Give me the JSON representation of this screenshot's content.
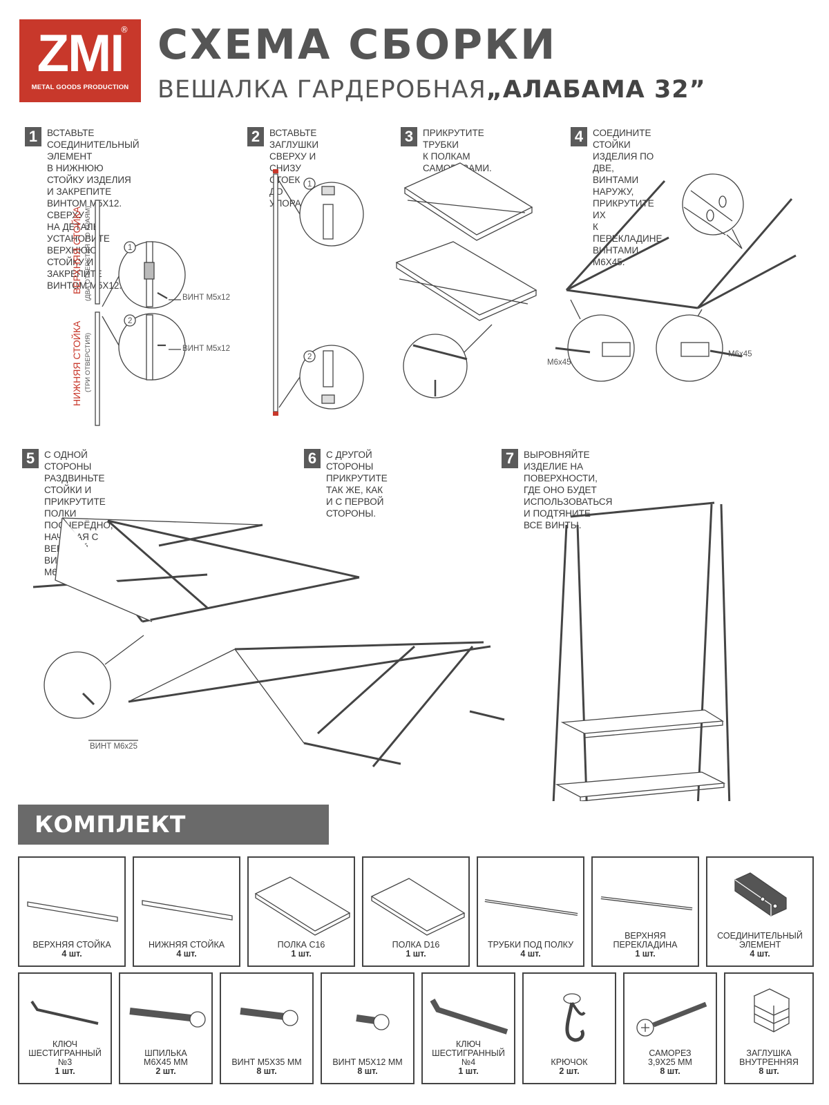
{
  "logo": {
    "text": "ZMI",
    "reg": "®",
    "sub": "METAL GOODS PRODUCTION",
    "color": "#c8382b"
  },
  "header": {
    "title": "СХЕМА СБОРКИ",
    "subtitle_prefix": "ВЕШАЛКА ГАРДЕРОБНАЯ",
    "subtitle_model": "„АЛАБАМА 32”"
  },
  "steps": [
    {
      "num": "1",
      "text": "ВСТАВЬТЕ СОЕДИНИТЕЛЬНЫЙ ЭЛЕМЕНТ\nВ НИЖНЮЮ СТОЙКУ ИЗДЕЛИЯ\nИ ЗАКРЕПИТЕ ВИНТОМ М5х12. СВЕРХУ\nНА ДЕТАЛЬ УСТАНОВИТЕ ВЕРХНЮЮ\nСТОЙКУ И ЗАКРЕПИТЕ ВИНТОМ М5х12."
    },
    {
      "num": "2",
      "text": "ВСТАВЬТЕ ЗАГЛУШКИ\nСВЕРХУ И СНИЗУ СТОЕК\nДО УПОРА."
    },
    {
      "num": "3",
      "text": "ПРИКРУТИТЕ ТРУБКИ\nК ПОЛКАМ САМОРЕЗАМИ."
    },
    {
      "num": "4",
      "text": "СОЕДИНИТЕ СТОЙКИ ИЗДЕЛИЯ ПО ДВЕ,\nВИНТАМИ НАРУЖУ, ПРИКРУТИТЕ ИХ\nК ПЕРЕКЛАДИНЕ ВИНТАМИ М6х45."
    },
    {
      "num": "5",
      "text": "С ОДНОЙ СТОРОНЫ РАЗДВИНЬТЕ\nСТОЙКИ И ПРИКРУТИТЕ ПОЛКИ\nПООЧЕРЁДНО, НАЧИНАЯ С ВЕРХНЕЙ,\nВИНТАМИ М6х25."
    },
    {
      "num": "6",
      "text": "С ДРУГОЙ СТОРОНЫ\nПРИКРУТИТЕ ТАК ЖЕ, КАК\nИ С ПЕРВОЙ СТОРОНЫ."
    },
    {
      "num": "7",
      "text": "ВЫРОВНЯЙТЕ ИЗДЕЛИЕ НА ПОВЕРХНОСТИ,\nГДЕ ОНО БУДЕТ ИСПОЛЬЗОВАТЬСЯ И ПОДТЯНИТЕ\nВСЕ ВИНТЫ."
    }
  ],
  "step1_labels": {
    "upper_post": "ВЕРХНЯЯ СТОЙКА",
    "upper_post_note": "(ДВА ОТВЕРСТИЯ ПО КРАЯМ)",
    "lower_post": "НИЖНЯЯ СТОЙКА",
    "lower_post_note": "(ТРИ ОТВЕРСТИЯ)",
    "screw1": "ВИНТ М5х12",
    "screw2": "ВИНТ М5х12",
    "callout1": "1",
    "callout2": "2"
  },
  "step2_labels": {
    "callout1": "1",
    "callout2": "2"
  },
  "step4_labels": {
    "screw_left": "М6х45",
    "screw_right": "М6х45"
  },
  "step5_labels": {
    "screw": "ВИНТ М6х25"
  },
  "kit": {
    "title": "КОМПЛЕКТ ПОСТАВКИ",
    "row1": [
      {
        "label": "ВЕРХНЯЯ СТОЙКА",
        "qty": "4 шт."
      },
      {
        "label": "НИЖНЯЯ СТОЙКА",
        "qty": "4 шт."
      },
      {
        "label": "ПОЛКА С16",
        "qty": "1 шт."
      },
      {
        "label": "ПОЛКА D16",
        "qty": "1 шт."
      },
      {
        "label": "ТРУБКИ ПОД ПОЛКУ",
        "qty": "4 шт."
      },
      {
        "label": "ВЕРХНЯЯ\nПЕРЕКЛАДИНА",
        "qty": "1 шт."
      },
      {
        "label": "СОЕДИНИТЕЛЬНЫЙ\nЭЛЕМЕНТ",
        "qty": "4 шт."
      }
    ],
    "row2": [
      {
        "label": "КЛЮЧ\nШЕСТИГРАННЫЙ\n№3",
        "qty": "1 шт."
      },
      {
        "label": "ШПИЛЬКА\nМ6х45 ММ",
        "qty": "2 шт."
      },
      {
        "label": "ВИНТ М5х35 ММ",
        "qty": "8 шт."
      },
      {
        "label": "ВИНТ М5х12 ММ",
        "qty": "8 шт."
      },
      {
        "label": "КЛЮЧ\nШЕСТИГРАННЫЙ\n№4",
        "qty": "1 шт."
      },
      {
        "label": "КРЮЧОК",
        "qty": "2 шт."
      },
      {
        "label": "САМОРЕЗ\n3,9х25 ММ",
        "qty": "8 шт."
      },
      {
        "label": "ЗАГЛУШКА\nВНУТРЕННЯЯ",
        "qty": "8 шт."
      }
    ]
  }
}
